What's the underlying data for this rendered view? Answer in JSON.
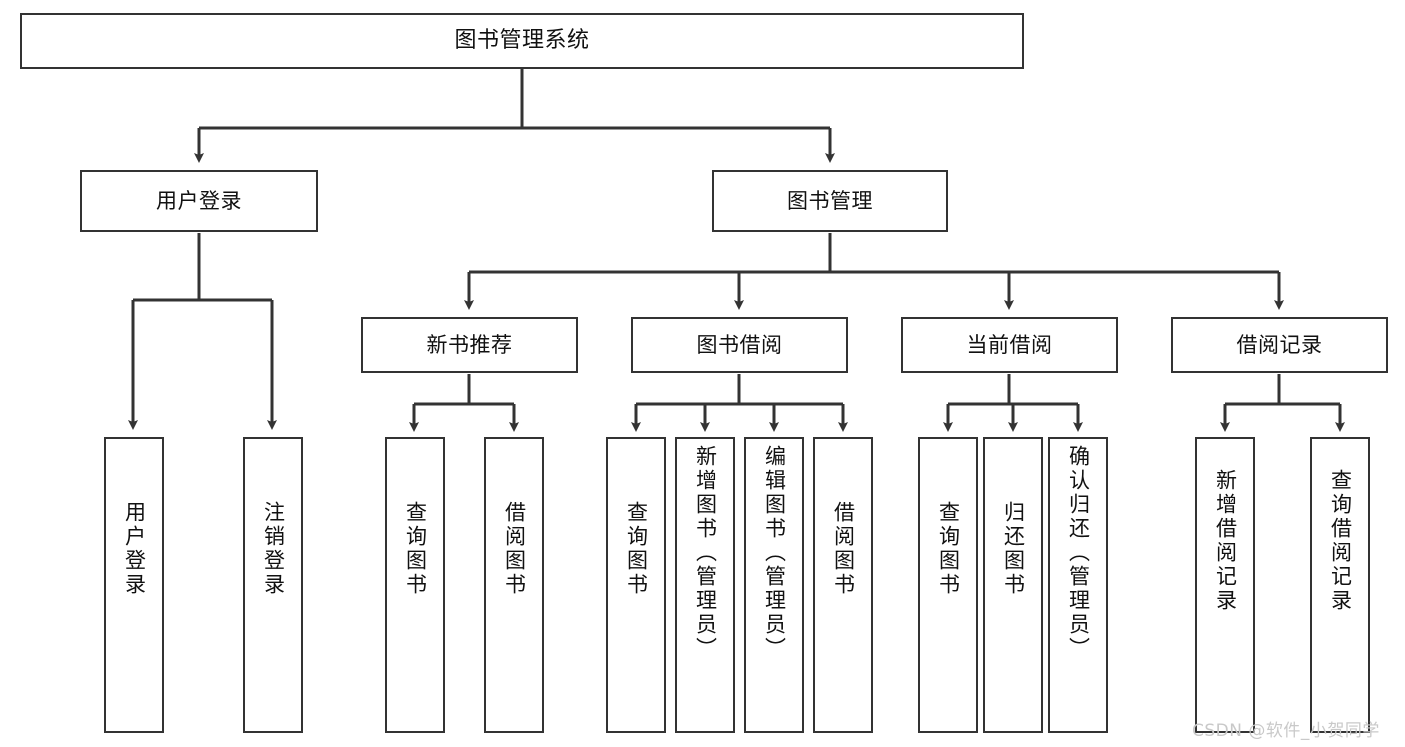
{
  "diagram": {
    "title": "图书管理系统",
    "type": "tree",
    "nodes": {
      "root": {
        "label": "图书管理系统"
      },
      "level2": [
        {
          "id": "user-login",
          "label": "用户登录"
        },
        {
          "id": "book-manage",
          "label": "图书管理"
        }
      ],
      "level3": [
        {
          "id": "new-book-recommend",
          "label": "新书推荐"
        },
        {
          "id": "book-borrow",
          "label": "图书借阅"
        },
        {
          "id": "current-borrow",
          "label": "当前借阅"
        },
        {
          "id": "borrow-record",
          "label": "借阅记录"
        }
      ],
      "leaves": {
        "user_login": [
          {
            "id": "leaf-user-login",
            "label": "用户登录"
          },
          {
            "id": "leaf-logout-login",
            "label": "注销登录"
          }
        ],
        "new_book_recommend": [
          {
            "id": "leaf-query-book-1",
            "label": "查询图书"
          },
          {
            "id": "leaf-borrow-book-1",
            "label": "借阅图书"
          }
        ],
        "book_borrow": [
          {
            "id": "leaf-query-book-2",
            "label": "查询图书"
          },
          {
            "id": "leaf-add-book",
            "label": "新增图书（管理员）"
          },
          {
            "id": "leaf-edit-book",
            "label": "编辑图书（管理员）"
          },
          {
            "id": "leaf-borrow-book-2",
            "label": "借阅图书"
          }
        ],
        "current_borrow": [
          {
            "id": "leaf-query-book-3",
            "label": "查询图书"
          },
          {
            "id": "leaf-return-book",
            "label": "归还图书"
          },
          {
            "id": "leaf-confirm-return",
            "label": "确认归还（管理员）"
          }
        ],
        "borrow_record": [
          {
            "id": "leaf-add-record",
            "label": "新增借阅记录"
          },
          {
            "id": "leaf-query-record",
            "label": "查询借阅记录"
          }
        ]
      }
    },
    "colors": {
      "box_border": "#333333",
      "box_fill": "#ffffff",
      "edge": "#333333",
      "text": "#111111",
      "watermark": "#c9c9c9",
      "background": "#ffffff"
    }
  },
  "watermark": {
    "text": "CSDN @软件_小贺同学"
  }
}
